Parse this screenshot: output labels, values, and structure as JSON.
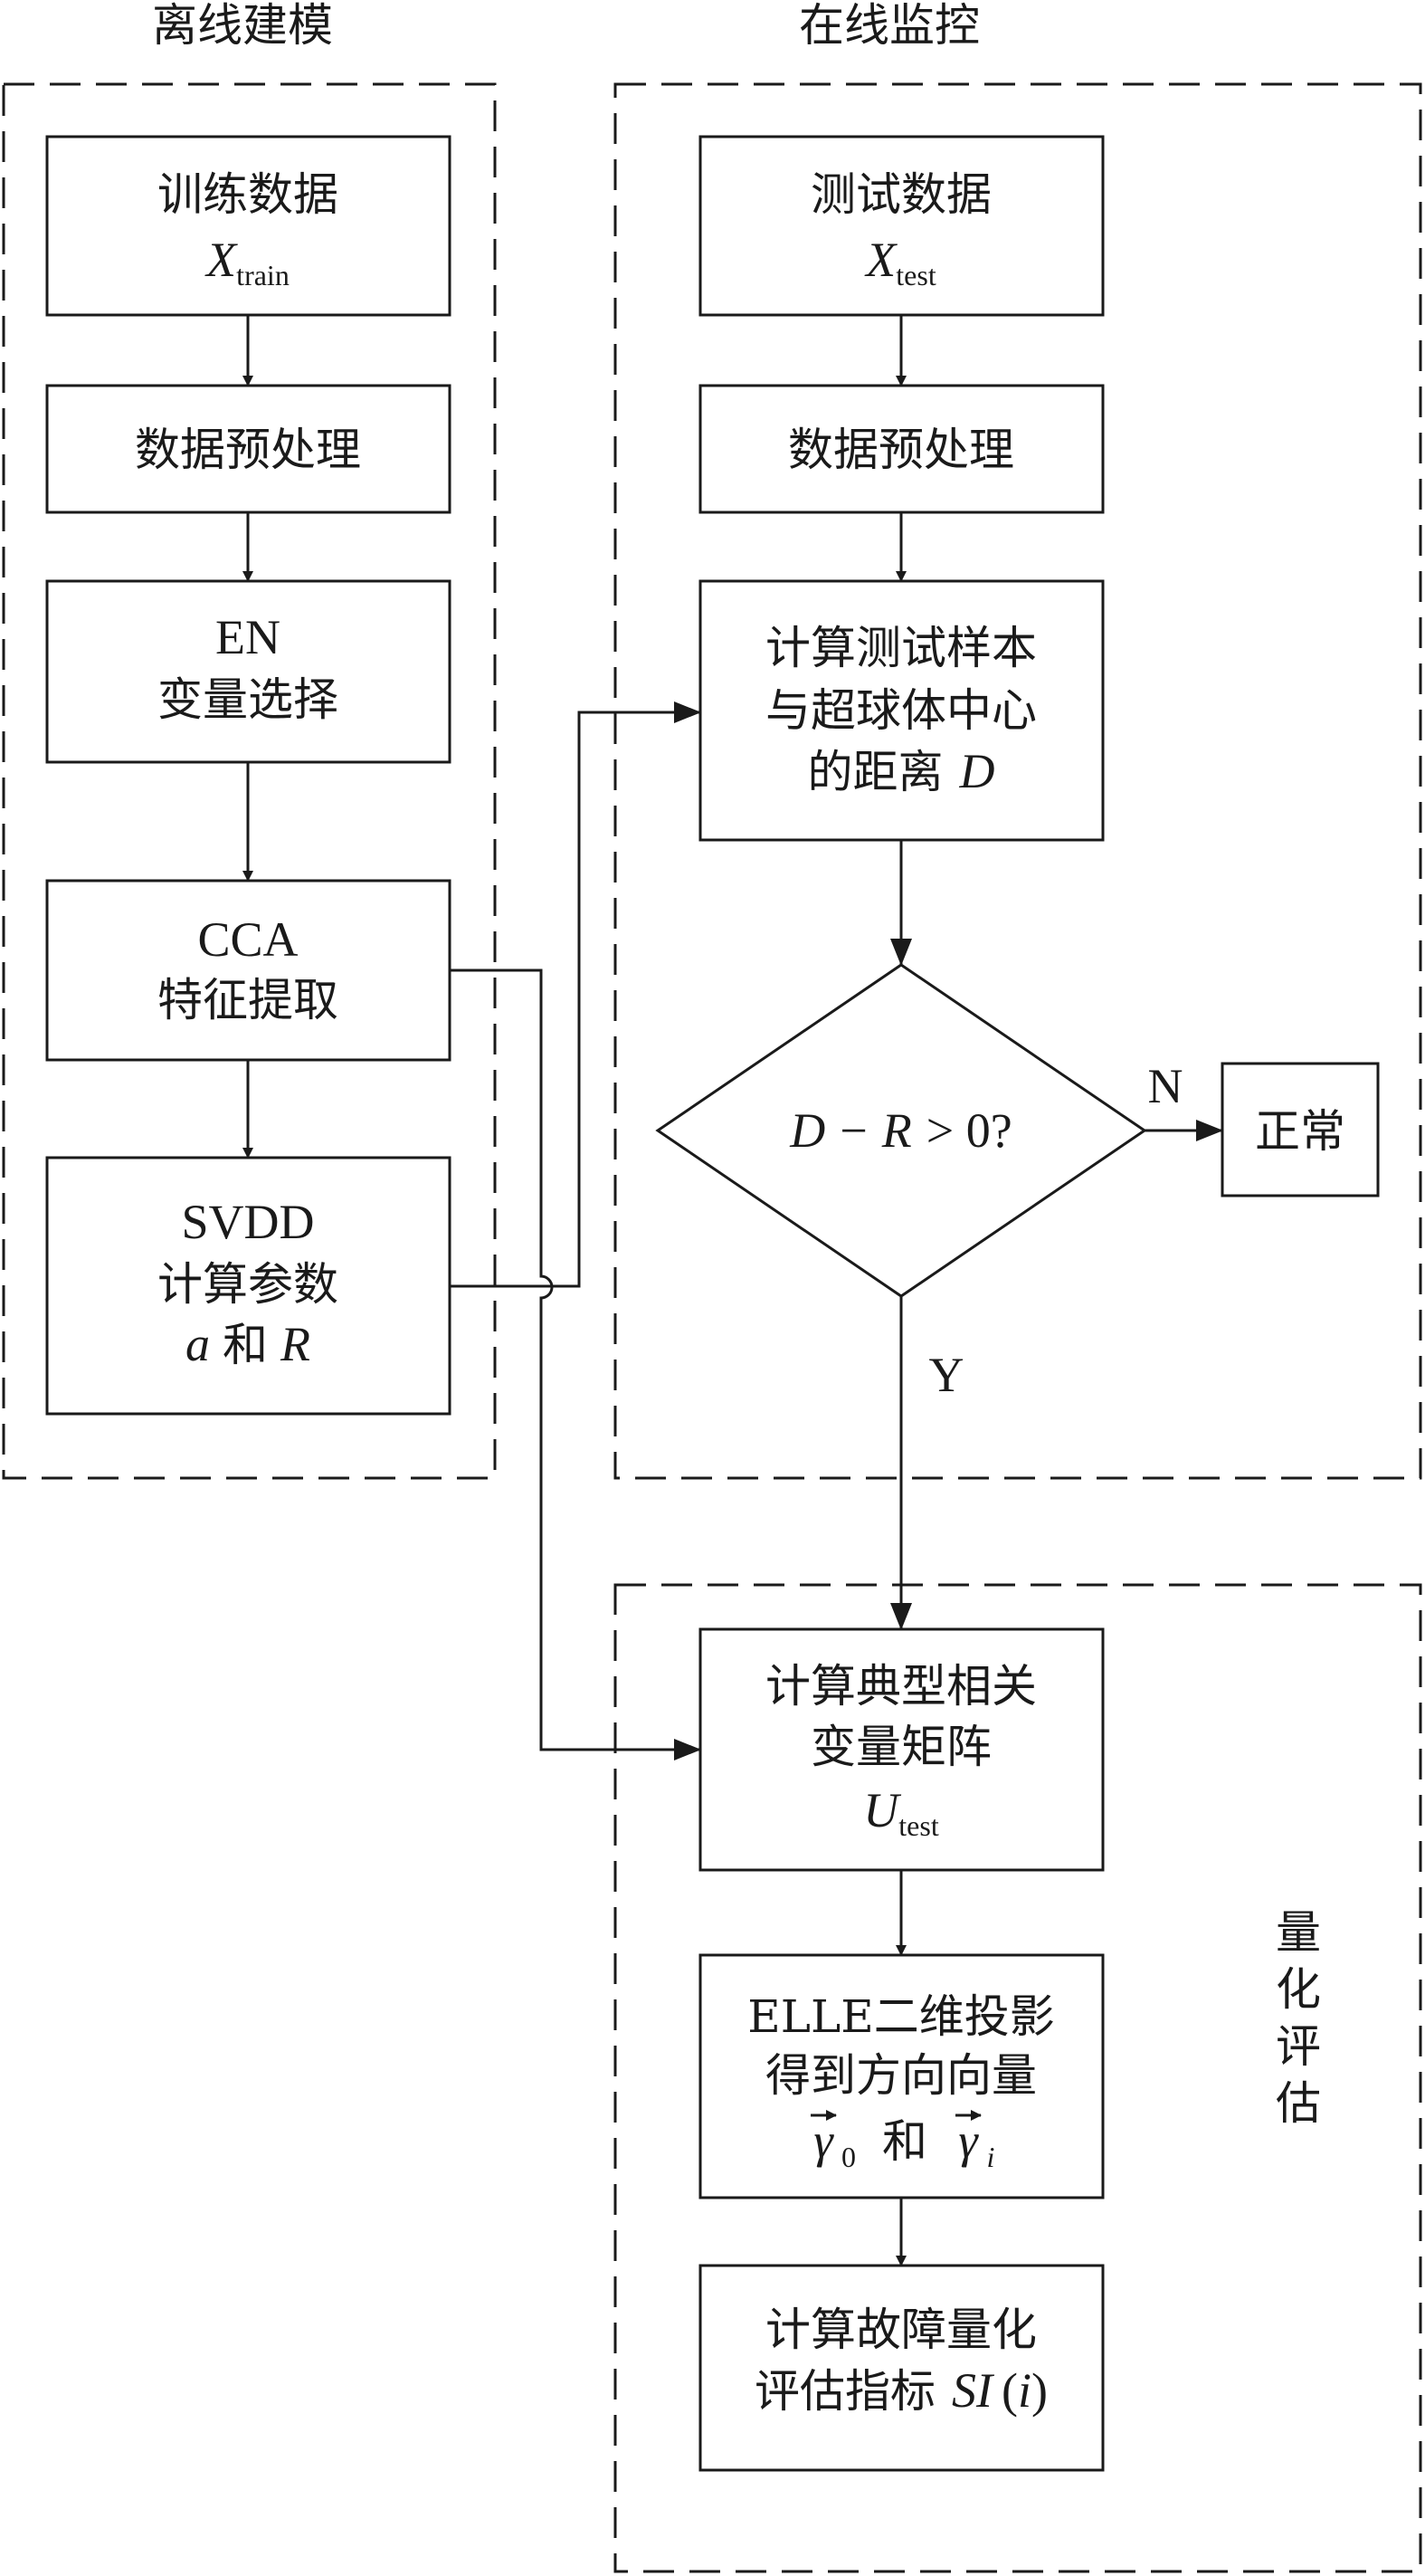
{
  "sections": {
    "offline_title": "离线建模",
    "online_title": "在线监控",
    "quant_label": [
      "量",
      "化",
      "评",
      "估"
    ]
  },
  "offline": {
    "train_data": {
      "line1": "训练数据",
      "var": "X",
      "sub": "train"
    },
    "preprocess": "数据预处理",
    "en": {
      "line1": "EN",
      "line2": "变量选择"
    },
    "cca": {
      "line1": "CCA",
      "line2": "特征提取"
    },
    "svdd": {
      "line1": "SVDD",
      "line2": "计算参数",
      "var_a": "a",
      "and": "和",
      "var_r": "R"
    }
  },
  "online": {
    "test_data": {
      "line1": "测试数据",
      "var": "X",
      "sub": "test"
    },
    "preprocess": "数据预处理",
    "distance": {
      "line1": "计算测试样本",
      "line2": "与超球体中心",
      "line3": "的距离",
      "var": "D"
    },
    "decision": {
      "d": "D",
      "minus": "−",
      "r": "R",
      "rest": "> 0?"
    },
    "normal": "正常",
    "no_label": "N",
    "yes_label": "Y"
  },
  "quant": {
    "canonical": {
      "line1": "计算典型相关",
      "line2": "变量矩阵",
      "var": "U",
      "sub": "test"
    },
    "elle": {
      "line1": "ELLE二维投影",
      "line2": "得到方向向量",
      "g0_sub": "0",
      "and": "和",
      "gi_sub": "i"
    },
    "index": {
      "line1": "计算故障量化",
      "line2": "评估指标",
      "var": "SI",
      "arg": "i"
    }
  }
}
